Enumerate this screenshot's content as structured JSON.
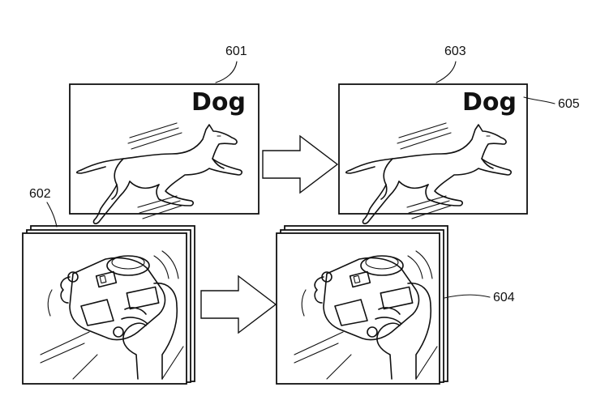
{
  "labels": {
    "ref_601": "601",
    "ref_602": "602",
    "ref_603": "603",
    "ref_604": "604",
    "ref_605": "605"
  },
  "panels": {
    "left_top_word": "Dog",
    "right_top_word": "Dog"
  },
  "icons": {
    "dog": "running-dog-drawing",
    "camera": "camera-in-hands-drawing",
    "arrow": "right-arrow"
  }
}
